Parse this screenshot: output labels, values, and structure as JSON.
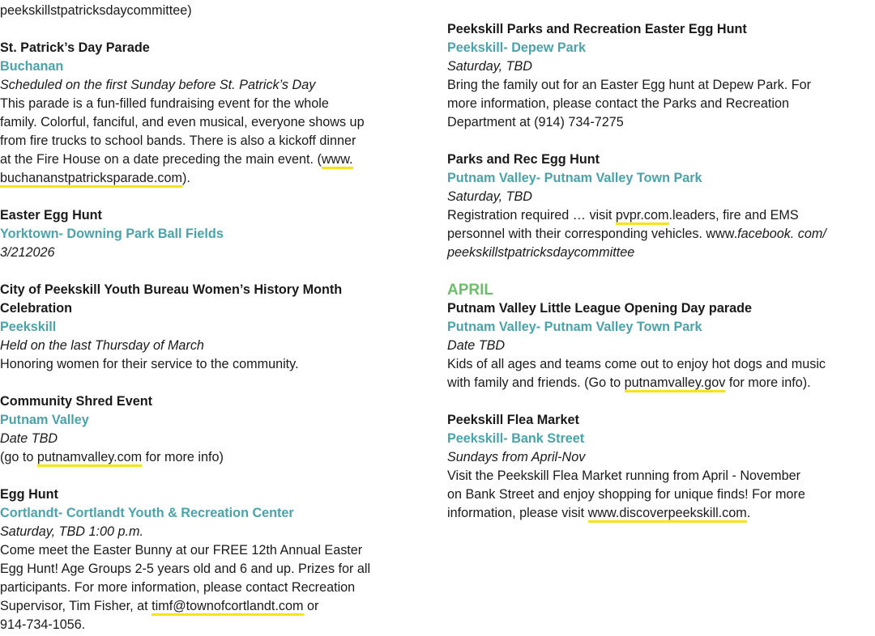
{
  "left": {
    "intro_tail": "peekskillstpatricksdaycommittee)",
    "e1": {
      "title": "St. Patrick’s Day Parade",
      "location": "Buchanan",
      "when": "Scheduled on the first Sunday before St. Patrick’s Day",
      "d1": "This parade is a fun-filled fundraising event for the whole",
      "d2": "family. Colorful, fanciful, and even musical, everyone shows up",
      "d3": "from fire trucks to school bands. There is also a kickoff dinner",
      "d4_pre": "at the Fire House on a date preceding the main event. (",
      "d4_link": "www.",
      "d5_link": "buchananstpatricksparade.com",
      "d5_post": ")."
    },
    "e2": {
      "title": "Easter Egg Hunt",
      "location": "Yorktown- Downing Park Ball Fields",
      "when": "3/212026"
    },
    "e3": {
      "title1": "City of Peekskill Youth Bureau Women’s History Month",
      "title2": "Celebration",
      "location": "Peekskill",
      "when": "Held on the last Thursday of March",
      "d1": "Honoring women for their service to the community."
    },
    "e4": {
      "title": "Community Shred Event",
      "location": "Putnam Valley",
      "when": "Date TBD",
      "d1_pre": "(go to ",
      "d1_link": "putnamvalley.com",
      "d1_post": " for more info)"
    },
    "e5": {
      "title": "Egg Hunt",
      "location": "Cortlandt- Cortlandt Youth & Recreation Center",
      "when": "Saturday, TBD 1:00 p.m.",
      "d1": "Come meet the Easter Bunny at our FREE 12th Annual Easter",
      "d2": "Egg Hunt! Age Groups 2-5 years old and 6 and up. Prizes for all",
      "d3": "participants. For more information, please contact Recreation",
      "d4_pre": "Supervisor, Tim Fisher, at ",
      "d4_link": "timf@townofcortlandt.com",
      "d4_post": " or",
      "d5": "914-734-1056."
    }
  },
  "right": {
    "e1": {
      "title": "Peekskill Parks and Recreation Easter Egg Hunt",
      "location": "Peekskill- Depew Park",
      "when": "Saturday, TBD",
      "d1": "Bring the family out for an Easter Egg hunt at Depew Park. For",
      "d2": "more information, please contact the Parks and Recreation",
      "d3": "Department at (914) 734-7275"
    },
    "e2": {
      "title": "Parks and Rec Egg Hunt",
      "location": "Putnam Valley- Putnam Valley Town Park",
      "when": "Saturday, TBD",
      "d1_pre": "Registration required … visit ",
      "d1_link": "pvpr.com",
      "d1_post": ".leaders, fire and EMS",
      "d2_pre": "personnel with their corresponding vehicles. www.",
      "d2_ital": "facebook. com/",
      "d3": "peekskillstpatricksdaycommittee"
    },
    "month": "APRIL",
    "e3": {
      "title": "Putnam Valley Little League Opening Day parade",
      "location": "Putnam Valley- Putnam Valley Town Park",
      "when": "Date TBD",
      "d1": "Kids of all ages and teams come out to enjoy hot dogs and music",
      "d2_pre": "with family and friends. (Go to ",
      "d2_link": "putnamvalley.gov",
      "d2_post": " for more info)."
    },
    "e4": {
      "title": "Peekskill Flea Market",
      "location": "Peekskill- Bank Street",
      "when": "Sundays from April-Nov",
      "d1": "Visit the Peekskill Flea Market running from April - November",
      "d2": "on Bank Street and enjoy shopping for unique finds! For more",
      "d3_pre": "information, please visit ",
      "d3_link": "www.discoverpeekskill.com",
      "d3_post": "."
    }
  }
}
